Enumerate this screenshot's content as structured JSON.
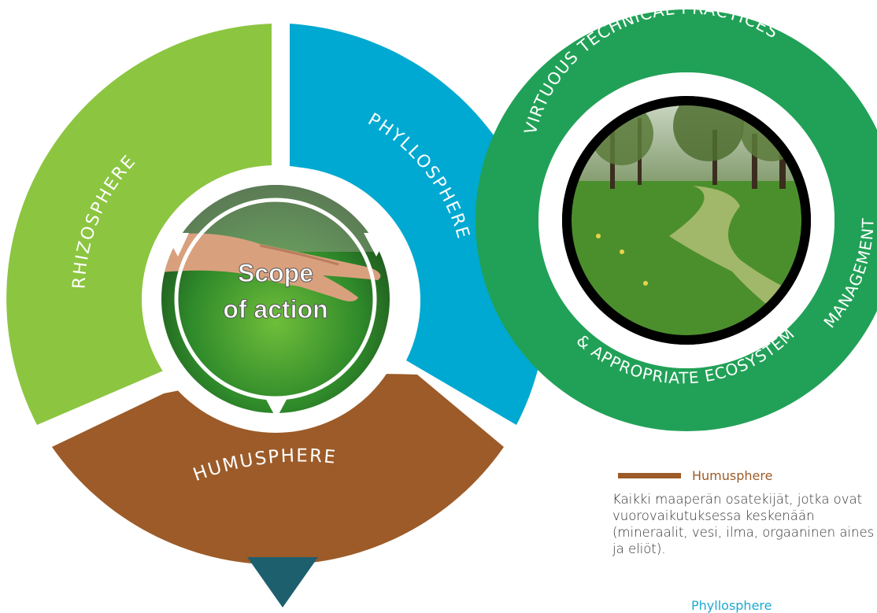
{
  "wheel": {
    "segments": {
      "rhizosphere": "RHIZOSPHERE",
      "phyllosphere": "PHYLLOSPHERE",
      "humusphere": "HUMUSPHERE"
    },
    "center": {
      "line1": "Scope",
      "line2": "of action"
    }
  },
  "badge": {
    "top_text": "VIRTUOUS TECHNICAL PRACTICES",
    "right_text": "MANAGEMENT",
    "bottom_text": "& APPROPRIATE ECOSYSTEM"
  },
  "legend": {
    "items": [
      {
        "title": "Humusphere",
        "text": "Kaikki maaperän osatekijät, jotka ovat vuorovaikutuksessa keskenään (mineraalit, vesi, ilma, orgaaninen aines ja eliöt)."
      },
      {
        "title": "Phyllosphere"
      }
    ]
  },
  "colors": {
    "rhizosphere": "#8cc540",
    "phyllosphere": "#00a9d1",
    "humusphere": "#9c5b28",
    "badge": "#21a157",
    "arrow": "#1e5f6e"
  }
}
